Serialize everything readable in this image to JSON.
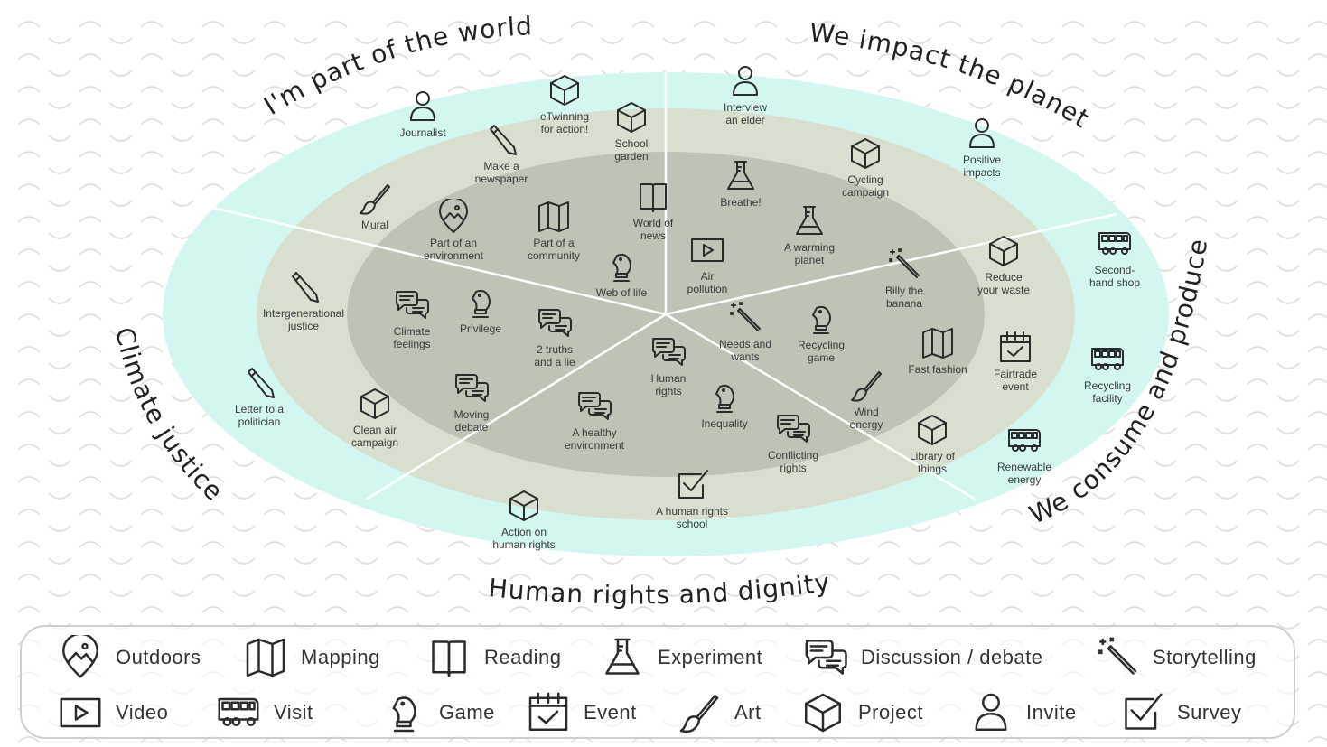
{
  "sections": {
    "top_left": "I'm part of the world",
    "top_right": "We impact the planet",
    "left": "Climate justice",
    "right": "We consume and produce",
    "bottom": "Human rights and dignity"
  },
  "activities": [
    {
      "label": "Journalist",
      "icon": "person-icon"
    },
    {
      "label": "eTwinning\nfor action!",
      "icon": "cube-icon"
    },
    {
      "label": "School\ngarden",
      "icon": "cube-icon"
    },
    {
      "label": "Make a\nnewspaper",
      "icon": "pencil-icon"
    },
    {
      "label": "Mural",
      "icon": "brush-icon"
    },
    {
      "label": "Part of an\nenvironment",
      "icon": "pin-icon"
    },
    {
      "label": "Part of a\ncommunity",
      "icon": "map-icon"
    },
    {
      "label": "World of\nnews",
      "icon": "book-icon"
    },
    {
      "label": "Web of life",
      "icon": "knight-icon"
    },
    {
      "label": "Intergenerational\njustice",
      "icon": "pencil-icon"
    },
    {
      "label": "Climate\nfeelings",
      "icon": "chat-icon"
    },
    {
      "label": "Privilege",
      "icon": "knight-icon"
    },
    {
      "label": "2 truths\nand a lie",
      "icon": "chat-icon"
    },
    {
      "label": "Letter to a\npolitician",
      "icon": "pencil-icon"
    },
    {
      "label": "Clean air\ncampaign",
      "icon": "cube-icon"
    },
    {
      "label": "Moving\ndebate",
      "icon": "chat-icon"
    },
    {
      "label": "A healthy\nenvironment",
      "icon": "chat-icon"
    },
    {
      "label": "Human\nrights",
      "icon": "chat-icon"
    },
    {
      "label": "Inequality",
      "icon": "knight-icon"
    },
    {
      "label": "Conflicting\nrights",
      "icon": "chat-icon"
    },
    {
      "label": "A human rights\nschool",
      "icon": "check-icon"
    },
    {
      "label": "Action on\nhuman rights",
      "icon": "cube-icon"
    },
    {
      "label": "Interview\nan elder",
      "icon": "person-icon"
    },
    {
      "label": "Positive\nimpacts",
      "icon": "person-icon"
    },
    {
      "label": "Breathe!",
      "icon": "flask-icon"
    },
    {
      "label": "Cycling\ncampaign",
      "icon": "cube-icon"
    },
    {
      "label": "Air\npollution",
      "icon": "play-icon"
    },
    {
      "label": "A warming\nplanet",
      "icon": "flask-icon"
    },
    {
      "label": "Billy the\nbanana",
      "icon": "wand-icon"
    },
    {
      "label": "Reduce\nyour waste",
      "icon": "cube-icon"
    },
    {
      "label": "Second-\nhand shop",
      "icon": "bus-icon"
    },
    {
      "label": "Needs and\nwants",
      "icon": "wand-icon"
    },
    {
      "label": "Recycling\ngame",
      "icon": "knight-icon"
    },
    {
      "label": "Fast fashion",
      "icon": "map-icon"
    },
    {
      "label": "Fairtrade\nevent",
      "icon": "calendar-icon"
    },
    {
      "label": "Recycling\nfacility",
      "icon": "bus-icon"
    },
    {
      "label": "Wind\nenergy",
      "icon": "brush-icon"
    },
    {
      "label": "Library of\nthings",
      "icon": "cube-icon"
    },
    {
      "label": "Renewable\nenergy",
      "icon": "bus-icon"
    }
  ],
  "legend": [
    {
      "label": "Outdoors",
      "icon": "pin-icon"
    },
    {
      "label": "Mapping",
      "icon": "map-icon"
    },
    {
      "label": "Reading",
      "icon": "book-icon"
    },
    {
      "label": "Experiment",
      "icon": "flask-icon"
    },
    {
      "label": "Discussion / debate",
      "icon": "chat-icon"
    },
    {
      "label": "Storytelling",
      "icon": "wand-icon"
    },
    {
      "label": "Video",
      "icon": "play-icon"
    },
    {
      "label": "Visit",
      "icon": "bus-icon"
    },
    {
      "label": "Game",
      "icon": "knight-icon"
    },
    {
      "label": "Event",
      "icon": "calendar-icon"
    },
    {
      "label": "Art",
      "icon": "brush-icon"
    },
    {
      "label": "Project",
      "icon": "cube-icon"
    },
    {
      "label": "Invite",
      "icon": "person-icon"
    },
    {
      "label": "Survey",
      "icon": "check-icon"
    }
  ],
  "colors": {
    "outer_ring": "#d3f7f0",
    "middle_ring": "#d8dfcf",
    "inner_ring": "#bcc4b6",
    "divider": "#ffffff",
    "pattern": "#dedede",
    "icon_stroke": "#2b2b2b"
  }
}
